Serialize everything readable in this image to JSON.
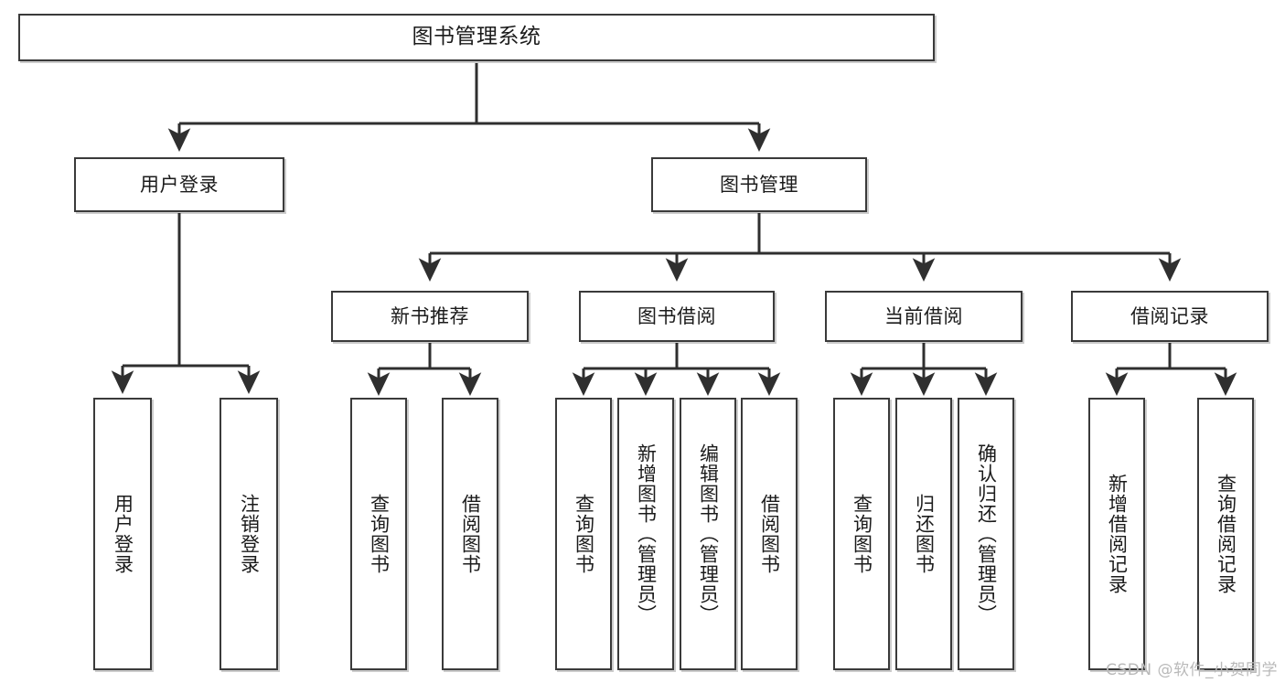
{
  "diagram": {
    "title": "图书管理系统",
    "type": "hierarchy-tree",
    "background_color": "#ffffff",
    "line_color": "#3a3a3a",
    "box_border_color": "#3a3a3a",
    "text_color": "#1b1b1b",
    "watermark": "CSDN @软件_小贺同学"
  },
  "nodes": {
    "root": {
      "label": "图书管理系统"
    },
    "level2": [
      {
        "id": "user-login",
        "label": "用户登录"
      },
      {
        "id": "book-manage",
        "label": "图书管理"
      }
    ],
    "level3": [
      {
        "id": "new-book-rec",
        "label": "新书推荐"
      },
      {
        "id": "book-borrow",
        "label": "图书借阅"
      },
      {
        "id": "current-borrow",
        "label": "当前借阅"
      },
      {
        "id": "borrow-record",
        "label": "借阅记录"
      }
    ],
    "leaves": {
      "user_login": [
        {
          "id": "leaf-user-login",
          "label": "用户登录"
        },
        {
          "id": "leaf-logout-login",
          "label": "注销登录"
        }
      ],
      "new_book_rec": [
        {
          "id": "leaf-query-book-1",
          "label": "查询图书"
        },
        {
          "id": "leaf-borrow-book-1",
          "label": "借阅图书"
        }
      ],
      "book_borrow": [
        {
          "id": "leaf-query-book-2",
          "label": "查询图书"
        },
        {
          "id": "leaf-add-book",
          "label": "新增图书（管理员）"
        },
        {
          "id": "leaf-edit-book",
          "label": "编辑图书（管理员）"
        },
        {
          "id": "leaf-borrow-book-2",
          "label": "借阅图书"
        }
      ],
      "current_borrow": [
        {
          "id": "leaf-query-book-3",
          "label": "查询图书"
        },
        {
          "id": "leaf-return-book",
          "label": "归还图书"
        },
        {
          "id": "leaf-confirm-return",
          "label": "确认归还（管理员）"
        }
      ],
      "borrow_record": [
        {
          "id": "leaf-add-record",
          "label": "新增借阅记录"
        },
        {
          "id": "leaf-query-record",
          "label": "查询借阅记录"
        }
      ]
    }
  }
}
